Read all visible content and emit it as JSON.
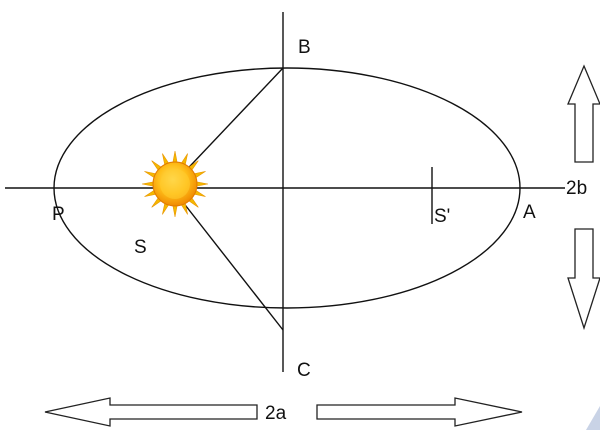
{
  "labels": {
    "perihelion": "P",
    "aphelion": "A",
    "minor_top": "B",
    "minor_bottom": "C",
    "sun_focus": "S",
    "empty_focus": "S'",
    "minor_axis": "2b",
    "major_axis": "2a"
  },
  "colors": {
    "line": "#111111",
    "sun_core": "#f6a800",
    "sun_rays": "#f5b800",
    "arrow_fill": "#ffffff",
    "corner_accent": "#c9d3e6"
  },
  "icons": {
    "sun": "sun-icon",
    "up_arrow": "up-arrow-icon",
    "down_arrow": "down-arrow-icon",
    "left_arrow": "left-arrow-icon",
    "right_arrow": "right-arrow-icon"
  }
}
